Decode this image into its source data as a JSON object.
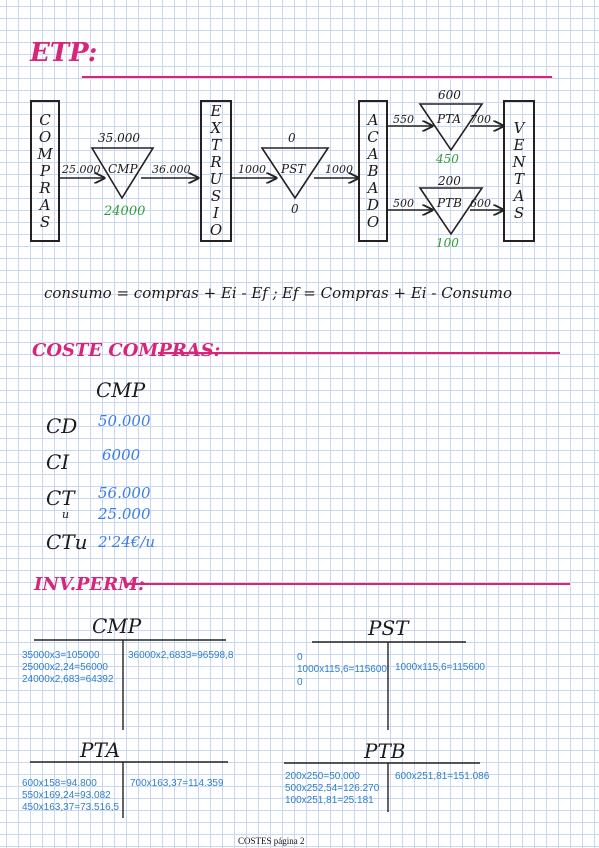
{
  "section1": {
    "title": "ETP:",
    "boxes": {
      "compras": [
        "C",
        "O",
        "M",
        "P",
        "R",
        "A",
        "S"
      ],
      "extrusion": [
        "E",
        "X",
        "T",
        "R",
        "U",
        "S",
        "I",
        "O"
      ],
      "acabado": [
        "A",
        "C",
        "A",
        "B",
        "A",
        "D",
        "O"
      ],
      "ventas": [
        "V",
        "E",
        "N",
        "T",
        "A",
        "S"
      ]
    },
    "cmp": {
      "label": "CMP",
      "top": "35.000",
      "bottom": "24000",
      "in": "25.000",
      "out": "36.000"
    },
    "pst": {
      "label": "PST",
      "top": "0",
      "bottom": "0",
      "in": "1000",
      "out": "1000"
    },
    "pta": {
      "label": "PTA",
      "top": "600",
      "bottom": "450",
      "in": "550",
      "out": "700"
    },
    "ptb": {
      "label": "PTB",
      "top": "200",
      "bottom": "100",
      "in": "500",
      "out": "600"
    },
    "formula_left": "consumo = compras + Ei - Ef ;",
    "formula_right": "Ef = Compras + Ei - Consumo"
  },
  "section2": {
    "title": "COSTE COMPRAS:",
    "column": "CMP",
    "rows": [
      {
        "label": "CD",
        "value": "50.000"
      },
      {
        "label": "CI",
        "value": "6000"
      },
      {
        "label": "CT",
        "value": "56.000"
      },
      {
        "label": "u",
        "value": "25.000"
      },
      {
        "label": "CTu",
        "value": "2'24€/u"
      }
    ]
  },
  "section3": {
    "title": "INV.PERM:",
    "cmp": {
      "title": "CMP",
      "left": [
        "35000x3=105000",
        "25000x2,24=56000",
        "24000x2,683=64392"
      ],
      "right": [
        "36000x2,6833=96598,8"
      ]
    },
    "pst": {
      "title": "PST",
      "left": [
        "0",
        "1000x115,6=115600",
        "0"
      ],
      "right": [
        "1000x115,6=115600"
      ]
    },
    "pta": {
      "title": "PTA",
      "left": [
        "600x158=94.800",
        "550x169,24=93.082",
        "450x163,37=73.516,5"
      ],
      "right": [
        "700x163,37=114.359"
      ]
    },
    "ptb": {
      "title": "PTB",
      "left": [
        "200x250=50.000",
        "500x252,54=126.270",
        "100x251,81=25.181"
      ],
      "right": [
        "600x251,81=151.086"
      ]
    }
  },
  "footer": "COSTES página 2"
}
